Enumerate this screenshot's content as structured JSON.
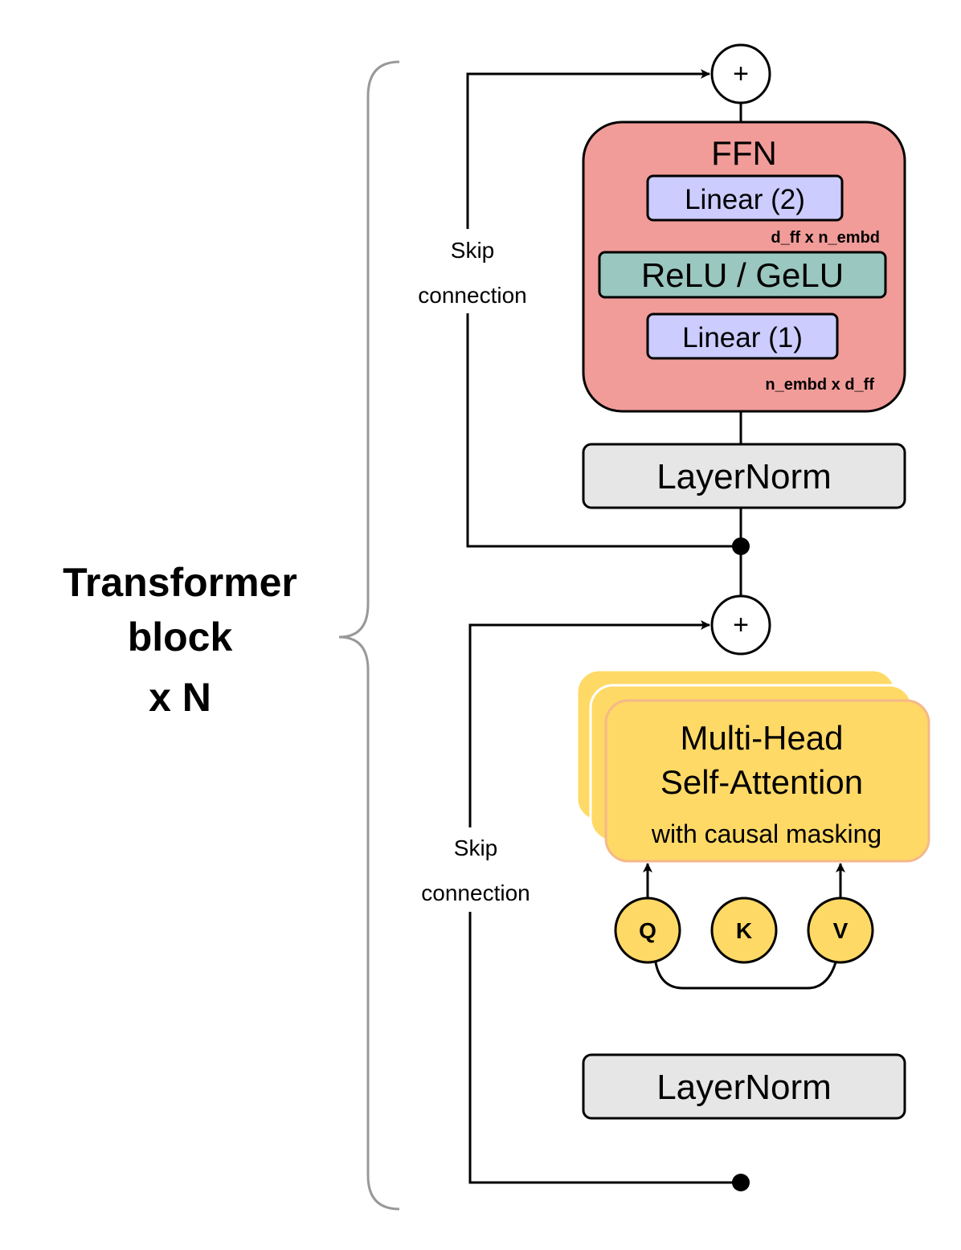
{
  "block_label": {
    "line1": "Transformer",
    "line2": "block",
    "line3": "x N"
  },
  "ffn": {
    "title": "FFN",
    "linear2": "Linear (2)",
    "linear2_dims": "d_ff x n_embd",
    "activation": "ReLU / GeLU",
    "linear1": "Linear (1)",
    "linear1_dims": "n_embd x d_ff"
  },
  "top_layernorm": "LayerNorm",
  "bottom_layernorm": "LayerNorm",
  "top_skip": {
    "line1": "Skip",
    "line2": "connection"
  },
  "bottom_skip": {
    "line1": "Skip",
    "line2": "connection"
  },
  "attention": {
    "line1": "Multi-Head",
    "line2": "Self-Attention",
    "line3": "with causal masking"
  },
  "qkv": {
    "q": "Q",
    "k": "K",
    "v": "V"
  },
  "plus_symbol": "+",
  "colors": {
    "ffn_fill": "#F19C99",
    "linear_fill": "#CCCCFF",
    "activation_fill": "#9AC7BF",
    "layernorm_fill": "#E6E6E6",
    "attention_fill": "#FFD966",
    "attention_stroke": "#F5B88A",
    "brace": "#999999"
  }
}
